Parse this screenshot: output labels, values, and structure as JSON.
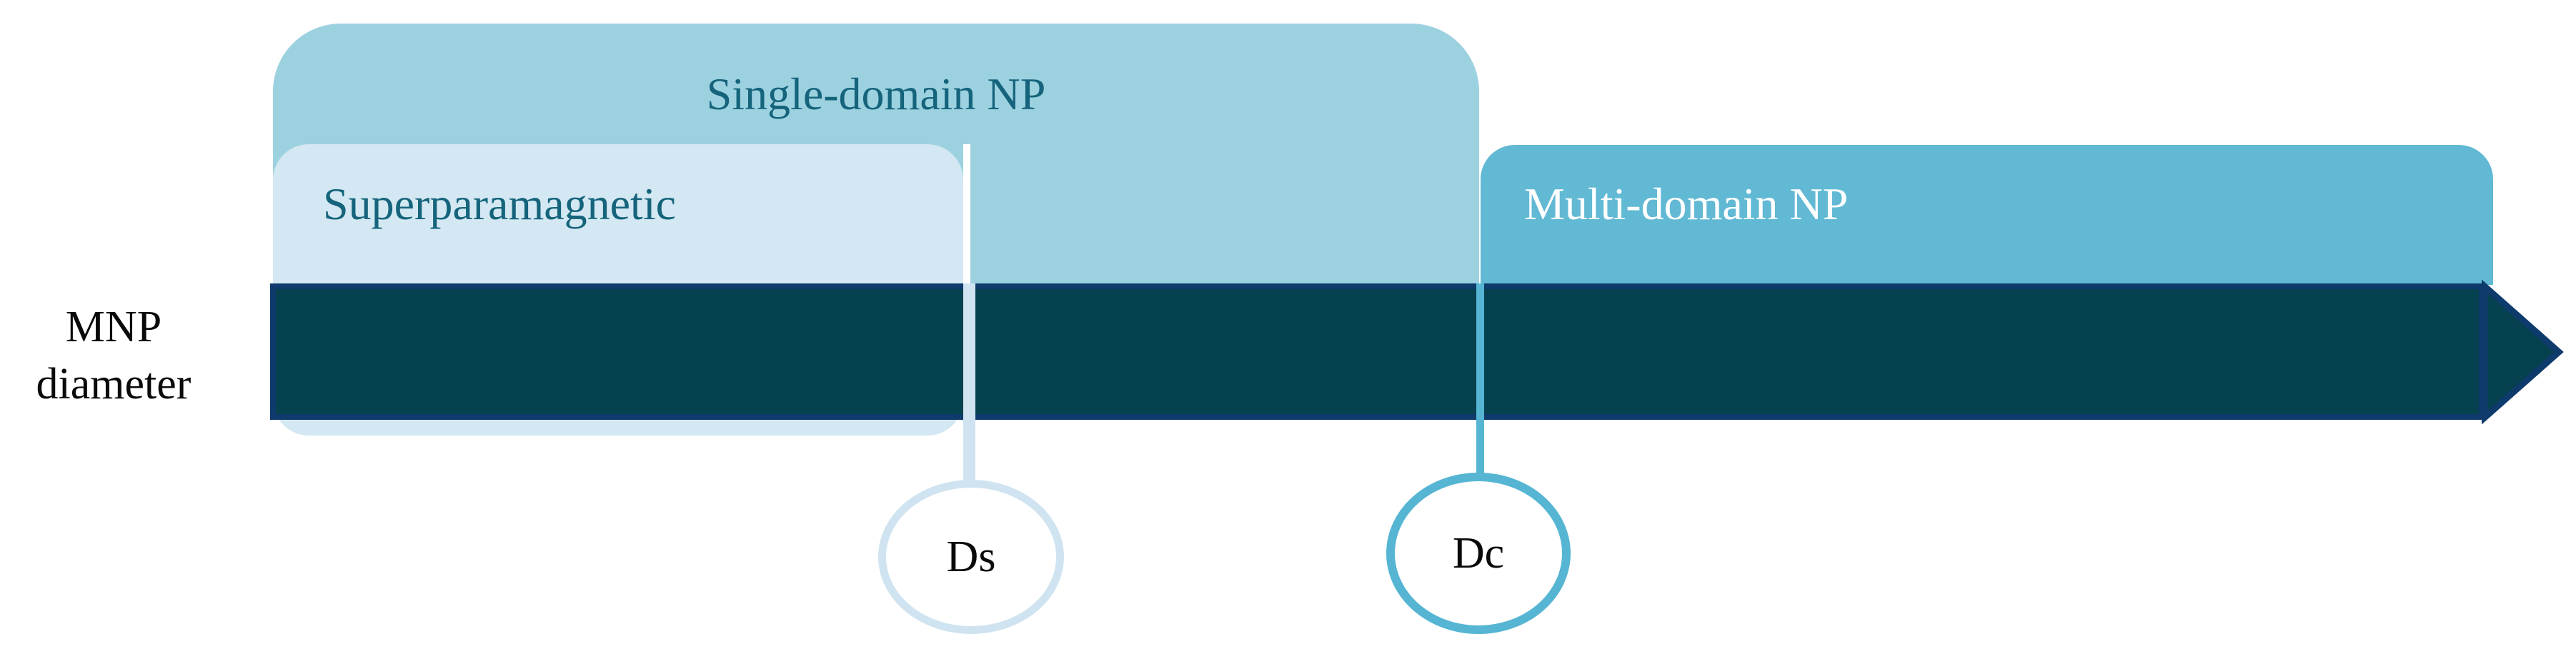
{
  "figure": {
    "background_color": "#ffffff",
    "axis_label": {
      "line1": "MNP",
      "line2": "diameter"
    },
    "regions": [
      {
        "id": "single-domain",
        "label": "Single-domain NP",
        "fill": "#9cd1e0",
        "text_color": "#15647c"
      },
      {
        "id": "superparamagnetic",
        "label": "Superparamagnetic",
        "fill": "#d3e8f2",
        "text_color": "#15647c"
      },
      {
        "id": "multi-domain",
        "label": "Multi-domain NP",
        "fill": "#62b9d4",
        "text_color": "#ffffff"
      }
    ],
    "axis_bar": {
      "fill": "#05414f",
      "border_color": "#0e3a6c"
    },
    "markers": [
      {
        "id": "Ds",
        "label": "Ds",
        "accent_color": "#cfe4f0"
      },
      {
        "id": "Dc",
        "label": "Dc",
        "accent_color": "#55b5d3"
      }
    ]
  }
}
